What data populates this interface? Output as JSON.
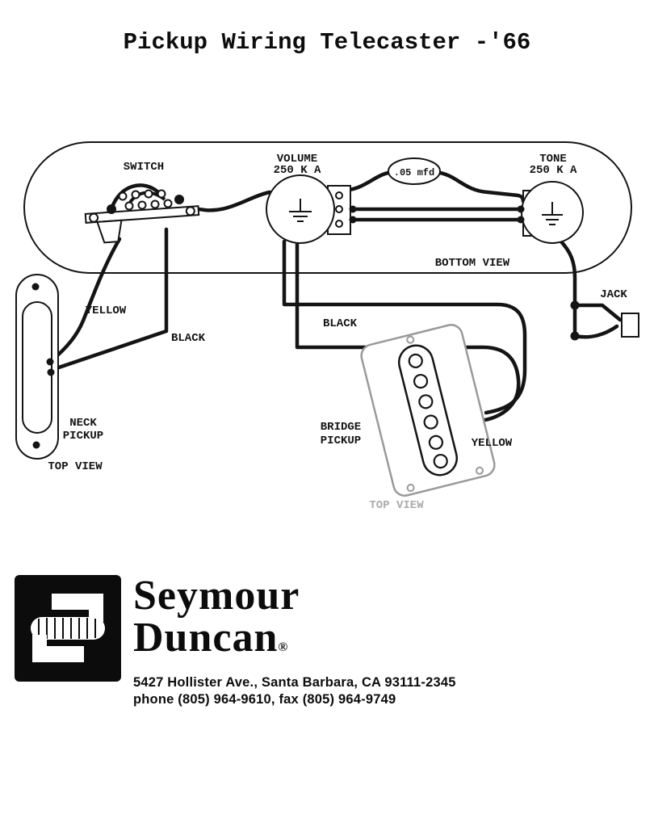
{
  "title": "Pickup Wiring Telecaster -'66",
  "colors": {
    "ink": "#141414",
    "plate_gray": "#9a9a9a",
    "watermark_gray": "#ababab"
  },
  "plate": {
    "switch_label": "SWITCH",
    "volume_label": "VOLUME",
    "volume_value": "250 K A",
    "cap_value": ".05 mfd",
    "tone_label": "TONE",
    "tone_value": "250 K A",
    "view_label": "BOTTOM VIEW"
  },
  "jack": {
    "label": "JACK"
  },
  "wires": {
    "neck_yellow": "YELLOW",
    "neck_black": "BLACK",
    "bridge_black": "BLACK",
    "bridge_yellow": "YELLOW"
  },
  "neck_pickup": {
    "line1": "NECK",
    "line2": "PICKUP",
    "view": "TOP VIEW"
  },
  "bridge_pickup": {
    "line1": "BRIDGE",
    "line2": "PICKUP",
    "view": "TOP VIEW"
  },
  "footer": {
    "brand_line1": "Seymour",
    "brand_line2": "Duncan",
    "registered": "®",
    "address": "5427 Hollister Ave., Santa Barbara, CA 93111-2345",
    "phone": "phone (805) 964-9610, fax (805) 964-9749"
  }
}
